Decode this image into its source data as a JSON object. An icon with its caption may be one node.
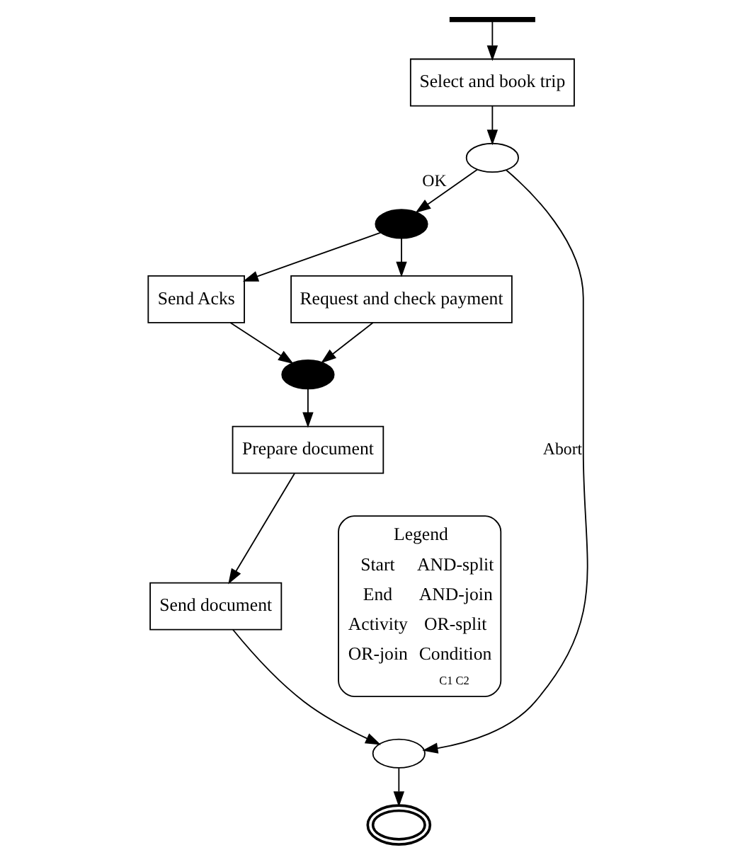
{
  "diagram": {
    "nodes": [
      {
        "text": [],
        "shape": "bar"
      },
      {
        "text": [
          "Select and book trip"
        ]
      },
      {
        "text": [],
        "shape": "ellipse"
      },
      {
        "text": [],
        "shape": "ellipse"
      },
      {
        "text": [
          "Send Acks"
        ]
      },
      {
        "text": [
          "Request and check payment"
        ]
      },
      {
        "text": [],
        "shape": "ellipse"
      },
      {
        "text": [
          "Prepare document"
        ]
      },
      {
        "text": [
          "Send document"
        ]
      },
      {
        "text": [],
        "shape": "ellipse"
      },
      {
        "text": [],
        "shape": "ellipse"
      }
    ],
    "edges": [
      {
        "from": 0,
        "to": 1,
        "arrow": "to"
      },
      {
        "from": 1,
        "to": 2,
        "arrow": "to"
      },
      {
        "from": 2,
        "to": 3,
        "arrow": "to",
        "label": "OK"
      },
      {
        "from": 2,
        "to": 9,
        "arrow": "to",
        "label": "Abort"
      },
      {
        "from": 3,
        "to": 4,
        "arrow": "to"
      },
      {
        "from": 3,
        "to": 5,
        "arrow": "to"
      },
      {
        "from": 4,
        "to": 6,
        "arrow": "to"
      },
      {
        "from": 5,
        "to": 6,
        "arrow": "to"
      },
      {
        "from": 6,
        "to": 7,
        "arrow": "to"
      },
      {
        "from": 7,
        "to": 8,
        "arrow": "to"
      },
      {
        "from": 8,
        "to": 9,
        "arrow": "to"
      },
      {
        "from": 9,
        "to": 10,
        "arrow": "to"
      }
    ],
    "labels": [
      "Legend",
      "C1",
      "C2"
    ],
    "legend": [
      {
        "text": "Start"
      },
      {
        "text": "AND-split"
      },
      {
        "text": "End"
      },
      {
        "text": "AND-join"
      },
      {
        "text": "Activity"
      },
      {
        "text": "OR-split"
      },
      {
        "text": "OR-join"
      },
      {
        "text": "Condition"
      }
    ]
  }
}
